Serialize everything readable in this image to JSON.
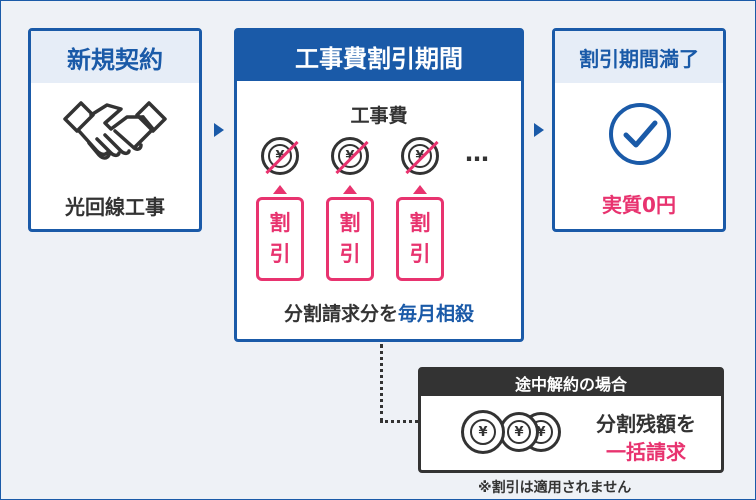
{
  "colors": {
    "primary": "#1a5aa8",
    "accent": "#e8336f",
    "dark": "#333333",
    "light_head": "#e6edf7"
  },
  "step1": {
    "title": "新規契約",
    "icon": "handshake-icon",
    "caption": "光回線工事"
  },
  "step2": {
    "title": "工事費割引期間",
    "fee_label": "工事費",
    "coins": [
      {
        "symbol": "¥"
      },
      {
        "symbol": "¥"
      },
      {
        "symbol": "¥"
      }
    ],
    "ellipsis": "…",
    "discount_top": "割",
    "discount_bottom": "引",
    "caption_prefix": "分割請求分を",
    "caption_highlight": "毎月相殺"
  },
  "step3": {
    "title": "割引期間満了",
    "icon": "checkmark-icon",
    "caption": "実質0円"
  },
  "cancel": {
    "title": "途中解約の場合",
    "coin_symbol": "¥",
    "back_coin_symbol": "¥",
    "caption_line1": "分割残額を",
    "caption_line2": "一括請求"
  },
  "note": "※割引は適用されません"
}
